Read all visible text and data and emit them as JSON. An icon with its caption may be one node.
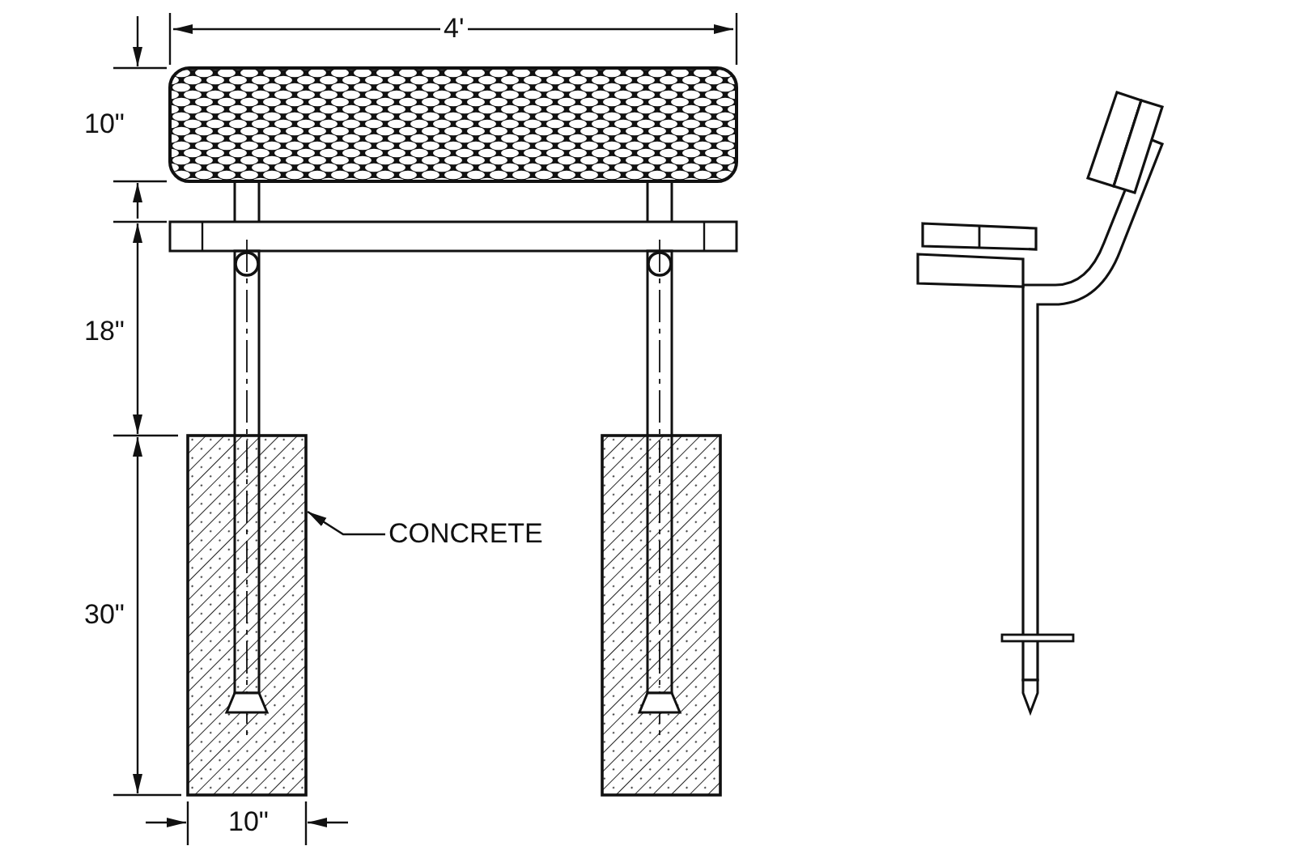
{
  "diagram": {
    "nodes": [
      {
        "text": [
          "CONCRETE"
        ]
      },
      {
        "text": [],
        "shape": "box"
      },
      {
        "text": [],
        "shape": "box"
      }
    ],
    "edges": [
      {
        "from": 0,
        "to": 1,
        "arrow": "to"
      }
    ],
    "labels": [
      "4'",
      "10\"",
      "18\"",
      "30\"",
      "10\""
    ]
  }
}
